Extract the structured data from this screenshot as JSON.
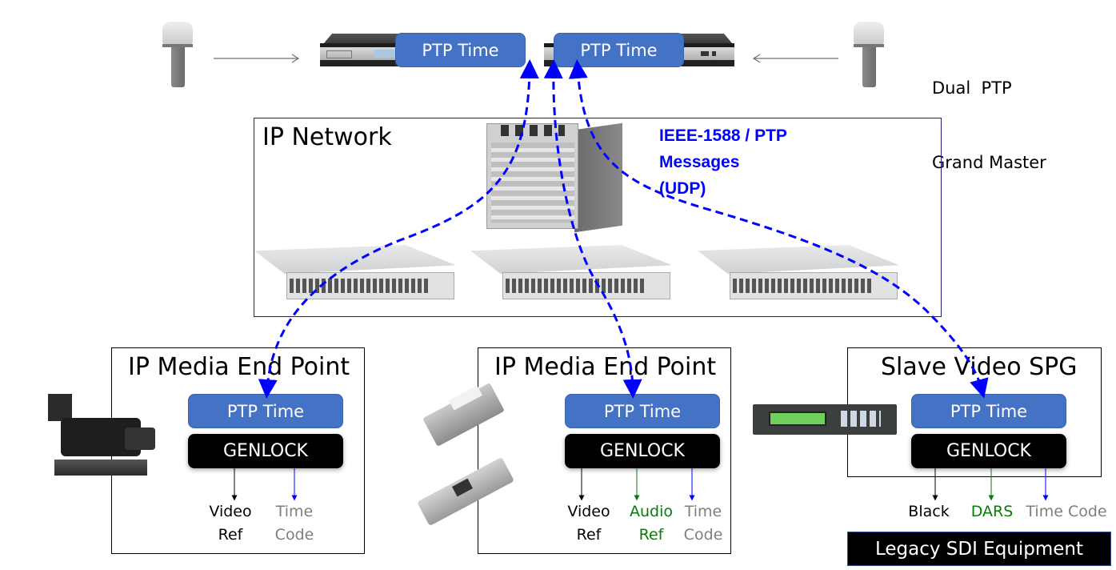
{
  "grandmaster": {
    "label_line1": "Dual  PTP",
    "label_line2": "Grand Master",
    "left_ptp_label": "PTP Time",
    "right_ptp_label": "PTP Time"
  },
  "network": {
    "title": "IP Network",
    "message_line1": "IEEE-1588 / PTP",
    "message_line2": "Messages",
    "message_line3": "(UDP)",
    "accent_color": "#0000ff"
  },
  "endpoints": [
    {
      "title": "IP Media End Point",
      "ptp_label": "PTP Time",
      "genlock_label": "GENLOCK",
      "outputs": [
        {
          "line1": "Video",
          "line2": "Ref",
          "color": "black"
        },
        {
          "line1": "Time",
          "line2": "Code",
          "color": "gray"
        }
      ]
    },
    {
      "title": "IP Media End Point",
      "ptp_label": "PTP Time",
      "genlock_label": "GENLOCK",
      "outputs": [
        {
          "line1": "Video",
          "line2": "Ref",
          "color": "black"
        },
        {
          "line1": "Audio",
          "line2": "Ref",
          "color": "green"
        },
        {
          "line1": "Time",
          "line2": "Code",
          "color": "gray"
        }
      ]
    },
    {
      "title": "Slave Video SPG",
      "ptp_label": "PTP Time",
      "genlock_label": "GENLOCK",
      "outputs": [
        {
          "line1": "Black",
          "color": "black"
        },
        {
          "line1": "DARS",
          "color": "green"
        },
        {
          "line1": "Time Code",
          "color": "gray"
        }
      ]
    }
  ],
  "legacy": {
    "label": "Legacy SDI Equipment"
  },
  "colors": {
    "ptp_blue": "#4472c4",
    "dash_blue": "#0000ff",
    "green": "#0a7a0a",
    "gray": "#7f7f7f"
  }
}
